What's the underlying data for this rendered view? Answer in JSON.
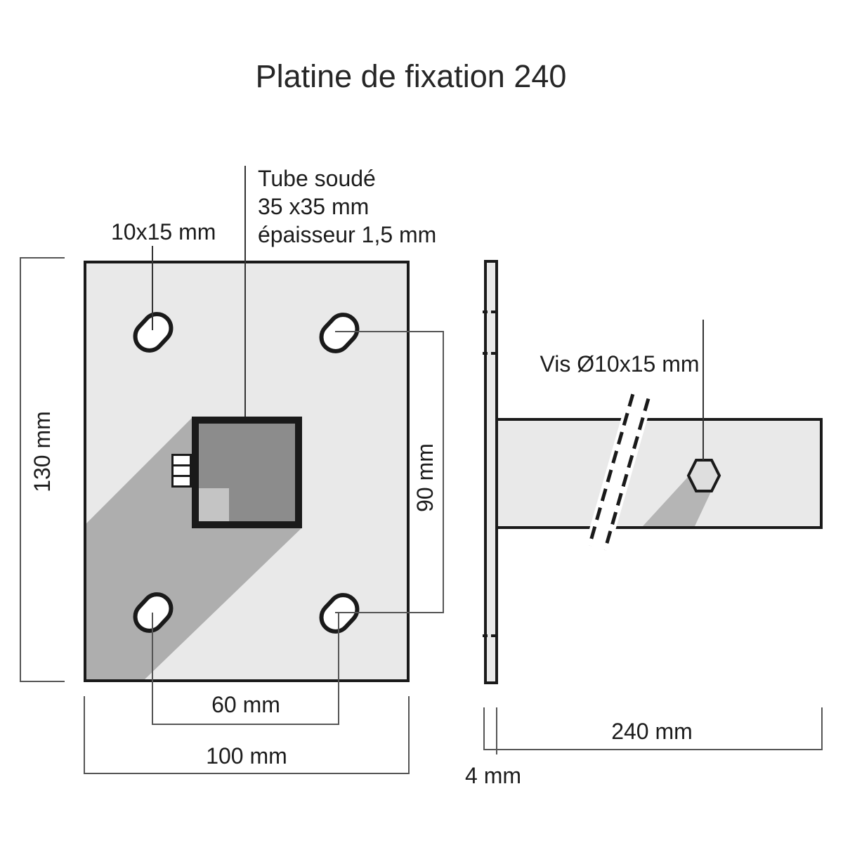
{
  "title": "Platine de fixation 240",
  "front_view": {
    "hole_dimension_label": "10x15 mm",
    "tube_label_line1": "Tube soudé",
    "tube_label_line2": "35 x35 mm",
    "tube_label_line3": "épaisseur 1,5 mm",
    "height_label": "130 mm",
    "hole_spacing_vertical_label": "90 mm",
    "hole_spacing_horizontal_label": "60 mm",
    "width_label": "100 mm"
  },
  "side_view": {
    "screw_label": "Vis Ø10x15 mm",
    "length_label": "240 mm",
    "thickness_label": "4 mm"
  },
  "colors": {
    "outline": "#1a1a1a",
    "plate_fill": "#e9e9e9",
    "tube_fill": "#8c8c8c",
    "tube_corner_fill": "#c4c4c4",
    "shadow_fill": "#aeaeae",
    "bolt_shadow_fill": "#b5b5b5",
    "hex_fill": "#dedede",
    "dimension_line": "#555555"
  }
}
